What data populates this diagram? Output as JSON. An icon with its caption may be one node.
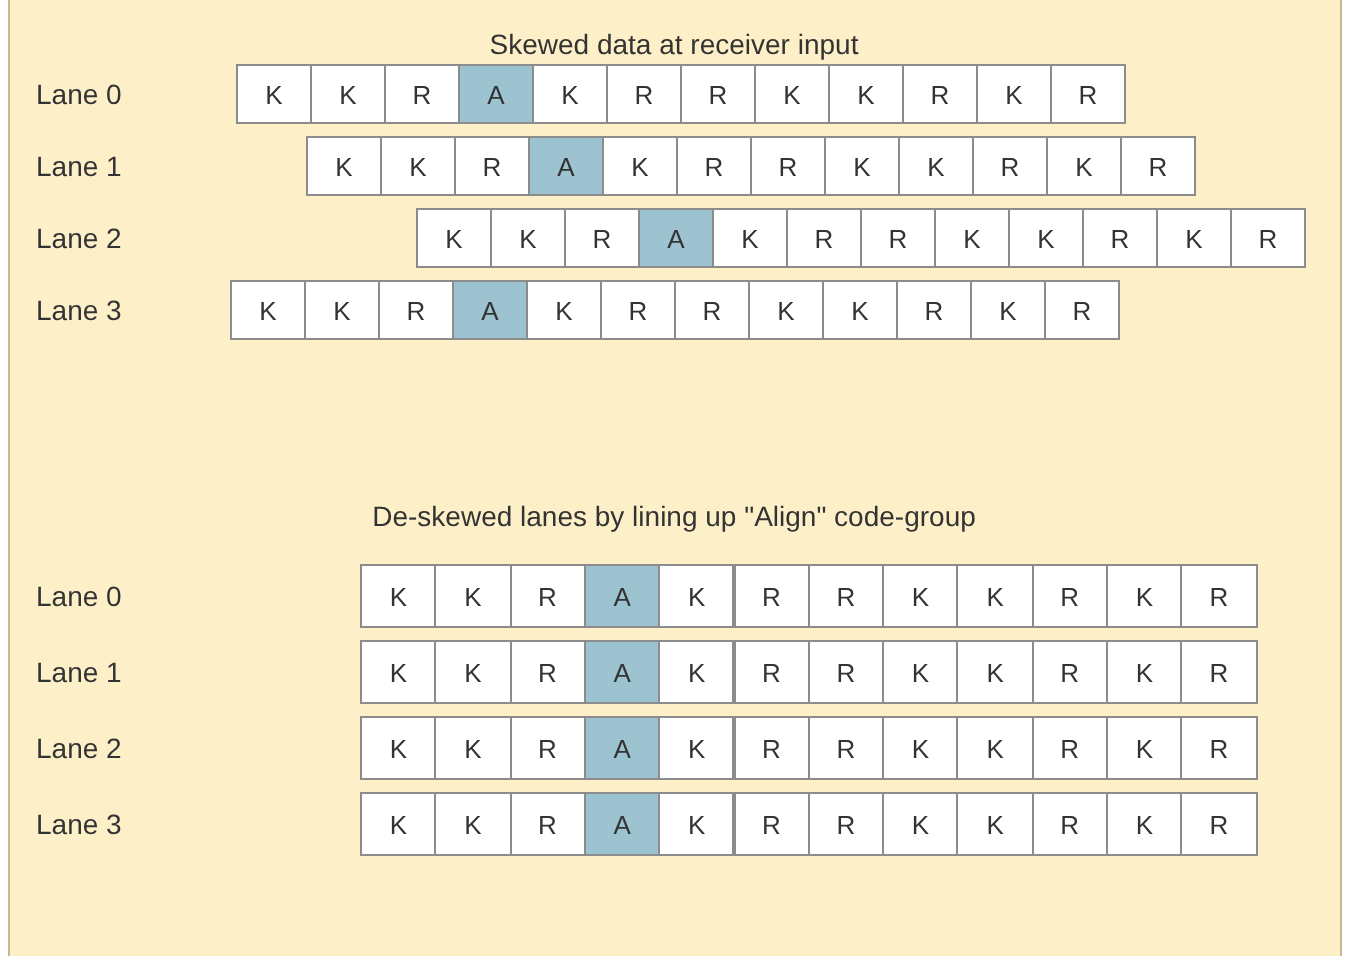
{
  "diagram": {
    "labels": [
      "Skewed data at receiver input",
      "Lane 0",
      "K",
      "K",
      "R",
      "A",
      "K",
      "R",
      "R",
      "K",
      "K",
      "R",
      "K",
      "R",
      "Lane 1",
      "K",
      "K",
      "R",
      "A",
      "K",
      "R",
      "R",
      "K",
      "K",
      "R",
      "K",
      "R",
      "Lane 2",
      "K",
      "K",
      "R",
      "A",
      "K",
      "R",
      "R",
      "K",
      "K",
      "R",
      "K",
      "R",
      "Lane 3",
      "K",
      "K",
      "R",
      "A",
      "K",
      "R",
      "R",
      "K",
      "K",
      "R",
      "K",
      "R",
      "De-skewed lanes by lining up \"Align\" code-group",
      "Lane 0",
      "K",
      "K",
      "R",
      "A",
      "K",
      "R",
      "R",
      "K",
      "K",
      "R",
      "K",
      "R",
      "Lane 1",
      "K",
      "K",
      "R",
      "A",
      "K",
      "R",
      "R",
      "K",
      "K",
      "R",
      "K",
      "R",
      "Lane 2",
      "K",
      "K",
      "R",
      "A",
      "K",
      "R",
      "R",
      "K",
      "K",
      "R",
      "K",
      "R",
      "Lane 3",
      "K",
      "K",
      "R",
      "A",
      "K",
      "R",
      "R",
      "K",
      "K",
      "R",
      "K",
      "R"
    ]
  }
}
